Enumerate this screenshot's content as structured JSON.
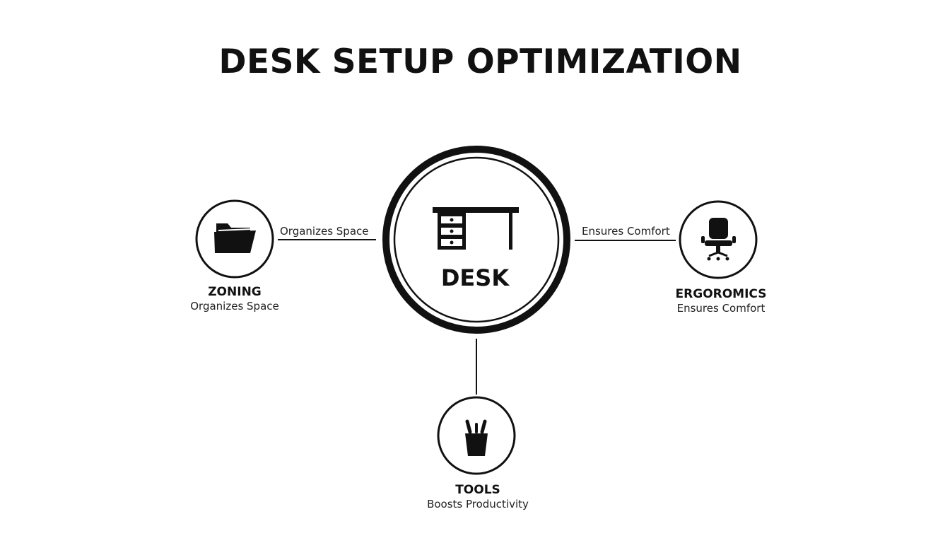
{
  "title": "DESK SETUP OPTIMIZATION",
  "center": {
    "label": "DESK",
    "icon": "desk-icon"
  },
  "nodes": [
    {
      "id": "zoning",
      "title": "ZONING",
      "subtitle": "Organizes Space",
      "edge_label": "Organizes Space",
      "icon": "folder-icon"
    },
    {
      "id": "ergoromics",
      "title": "ERGOROMICS",
      "subtitle": "Ensures Comfort",
      "edge_label": "Ensures Comfort",
      "icon": "office-chair-icon"
    },
    {
      "id": "tools",
      "title": "TOOLS",
      "subtitle": "Boosts Productivity",
      "icon": "pencil-cup-icon"
    }
  ],
  "colors": {
    "stroke": "#111111",
    "background": "#ffffff"
  }
}
